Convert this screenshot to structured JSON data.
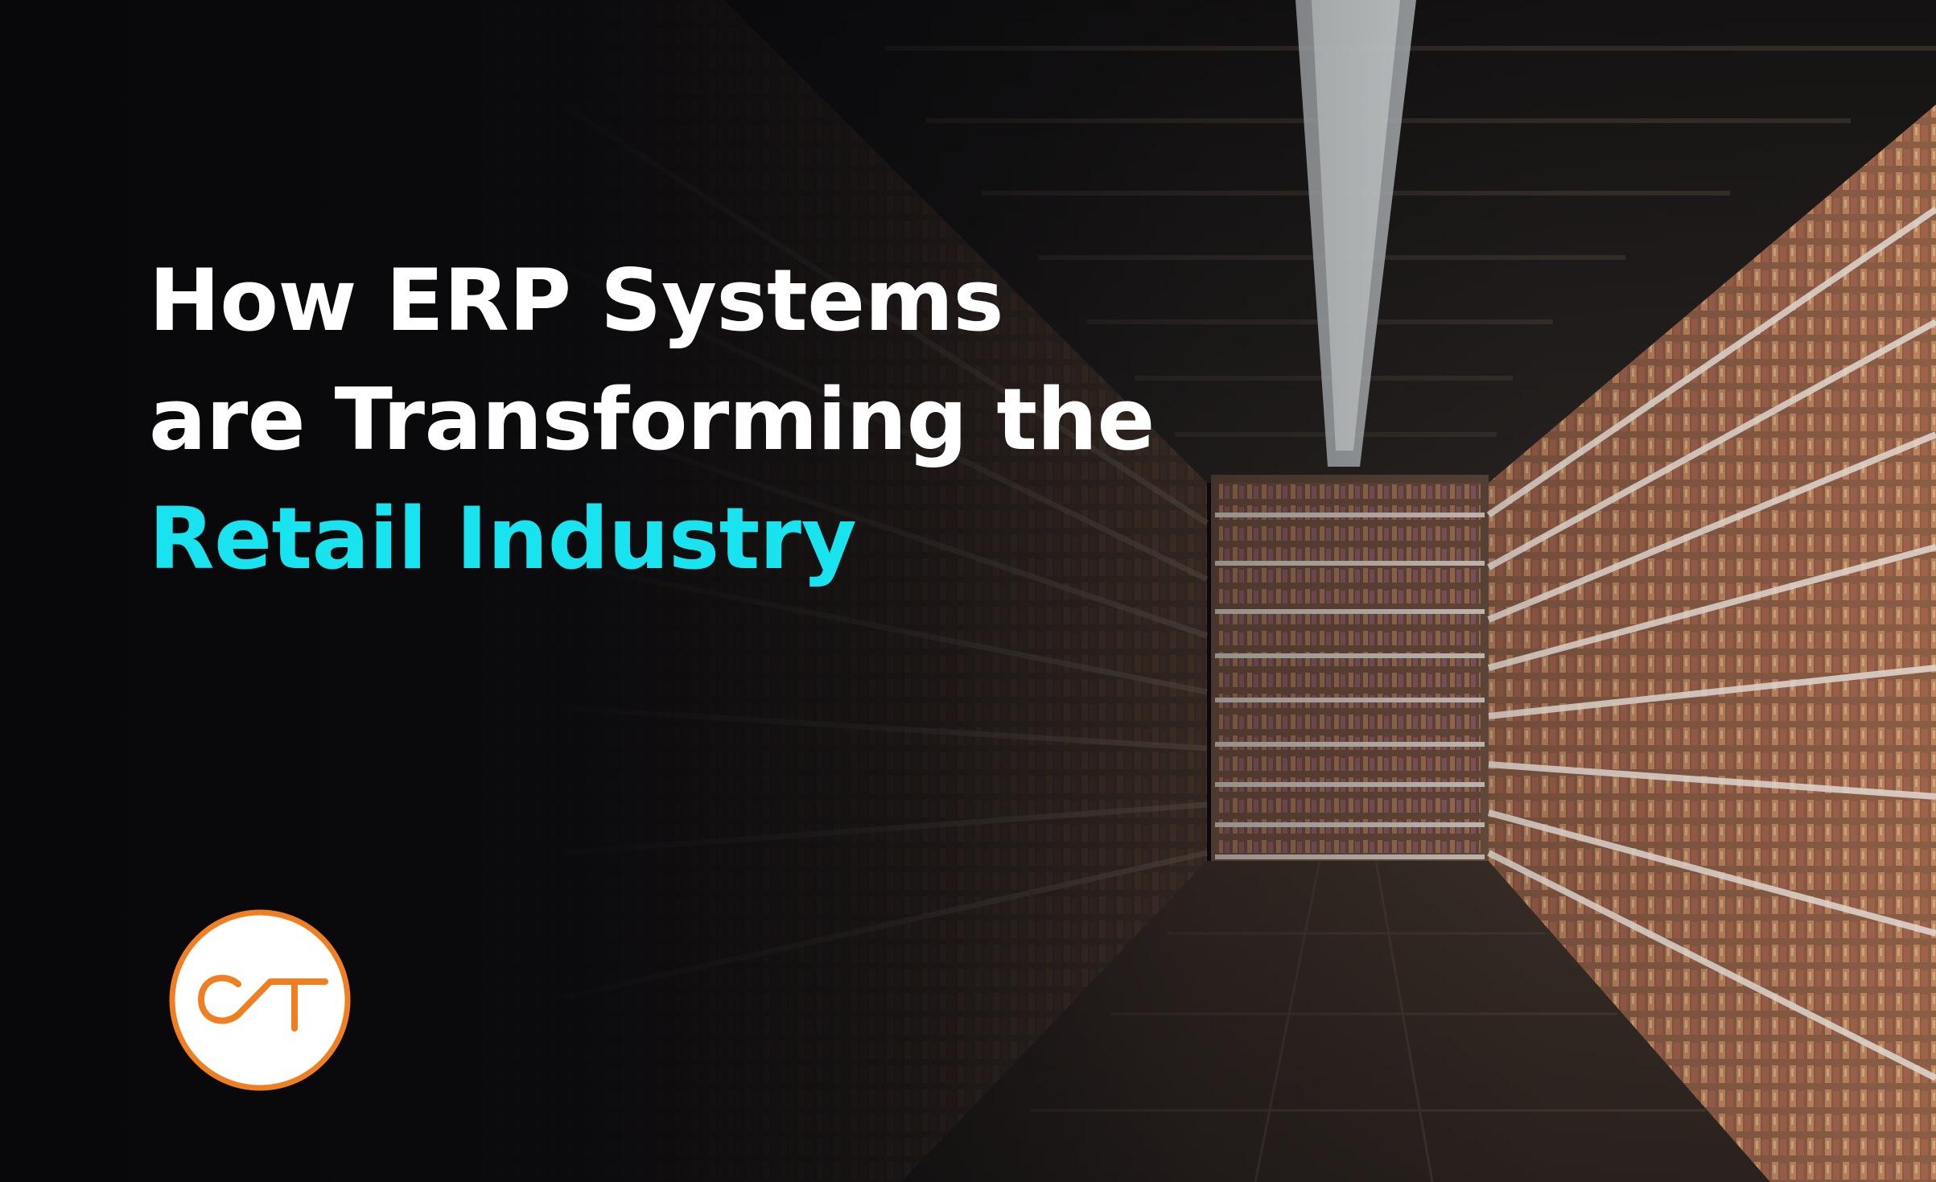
{
  "headline": {
    "line1": "How ERP Systems",
    "line2": "are Transforming the",
    "line3": "Retail Industry"
  },
  "colors": {
    "headline_text": "#ffffff",
    "accent_text": "#19e3ee",
    "logo_ring": "#f07f22",
    "logo_fill": "#ffffff",
    "background": "#0b0b0e"
  },
  "background_scene": {
    "subject": "supermarket aisle with stocked shelves",
    "icon": "supermarket-aisle-photo"
  },
  "logo": {
    "icon": "ct-logo",
    "letters": "CT"
  }
}
